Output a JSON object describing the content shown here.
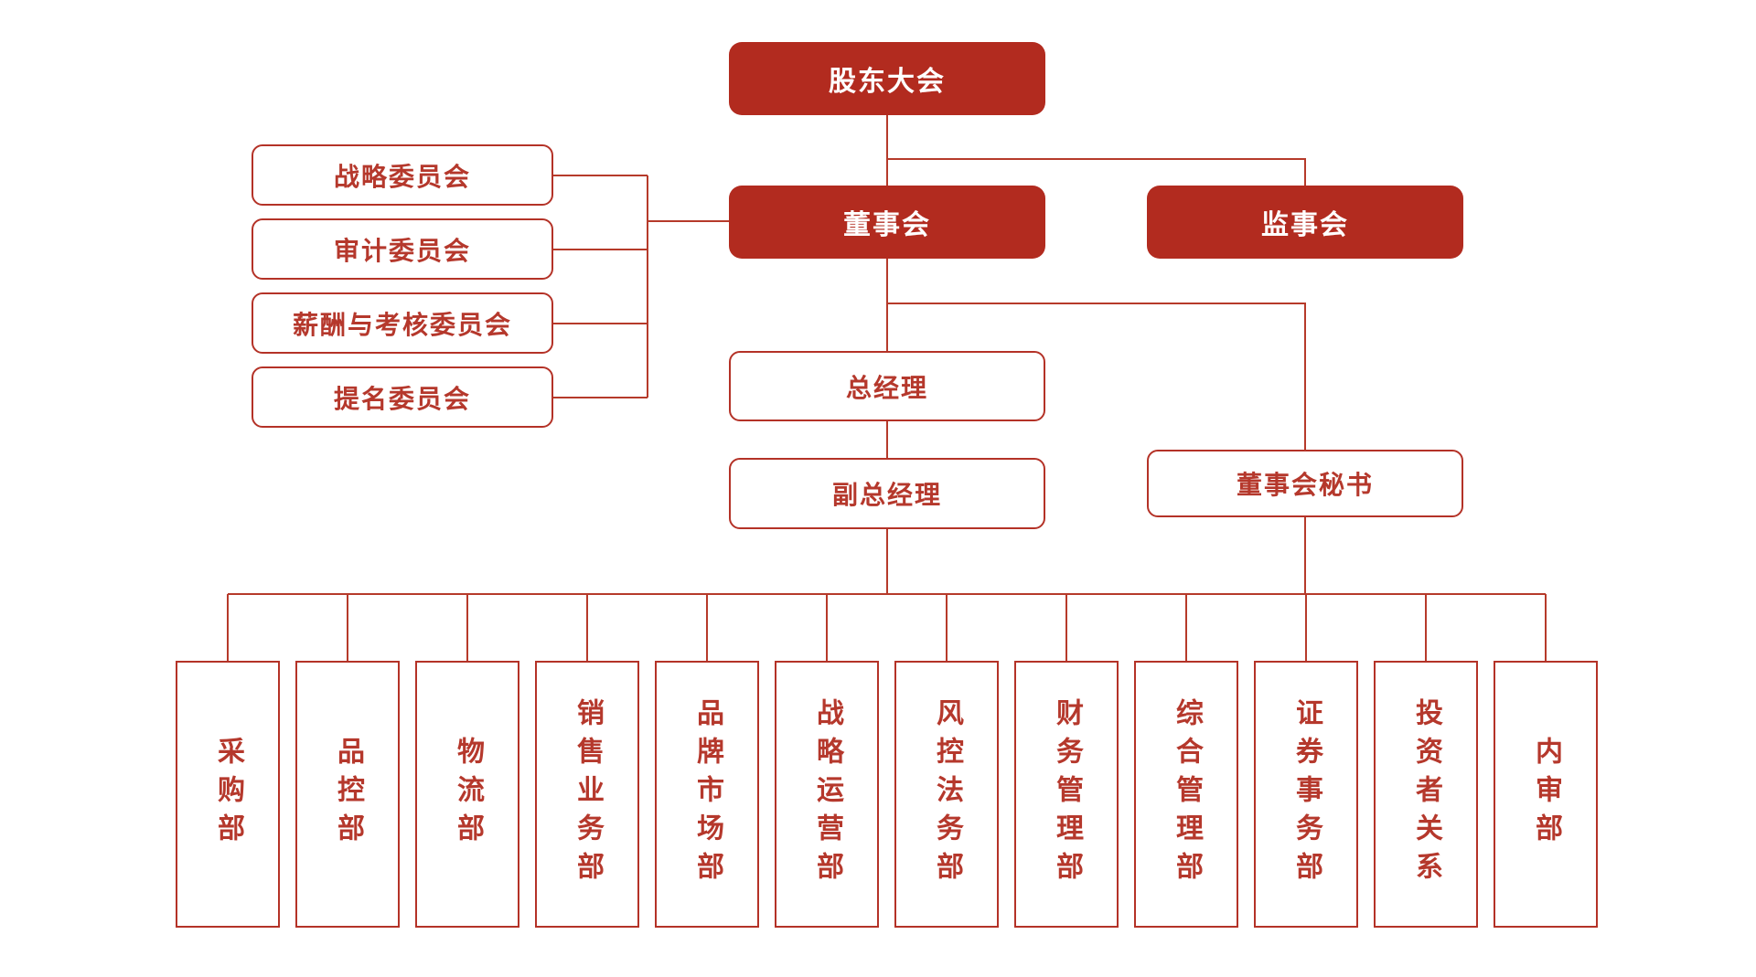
{
  "palette": {
    "primary_red": "#B22B1F",
    "border_red": "#B43227",
    "line_red": "#B63A2A",
    "text_on_fill": "#FFFFFF",
    "background": "#FFFFFF"
  },
  "org_chart": {
    "top": {
      "label": "股东大会"
    },
    "board": {
      "label": "董事会"
    },
    "supervisory": {
      "label": "监事会"
    },
    "committees": [
      {
        "label": "战略委员会"
      },
      {
        "label": "审计委员会"
      },
      {
        "label": "薪酬与考核委员会"
      },
      {
        "label": "提名委员会"
      }
    ],
    "gm": {
      "label": "总经理"
    },
    "dgm": {
      "label": "副总经理"
    },
    "secretary": {
      "label": "董事会秘书"
    },
    "departments": [
      {
        "label": "采购部"
      },
      {
        "label": "品控部"
      },
      {
        "label": "物流部"
      },
      {
        "label": "销售业务部"
      },
      {
        "label": "品牌市场部"
      },
      {
        "label": "战略运营部"
      },
      {
        "label": "风控法务部"
      },
      {
        "label": "财务管理部"
      },
      {
        "label": "综合管理部"
      },
      {
        "label": "证券事务部"
      },
      {
        "label": "投资者关系"
      },
      {
        "label": "内审部"
      }
    ]
  }
}
